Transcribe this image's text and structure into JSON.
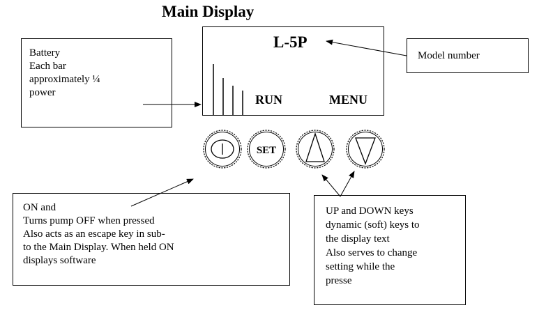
{
  "title": "Main Display",
  "display": {
    "model": "L-5P",
    "run": "RUN",
    "menu": "MENU"
  },
  "buttons": {
    "set": "SET"
  },
  "callouts": {
    "battery": [
      "Battery",
      "Each bar",
      "approximately ¼",
      "power"
    ],
    "model": "Model number",
    "on": [
      "ON and",
      "Turns pump OFF when pressed",
      "Also acts as an escape key in sub-",
      "to the Main Display. When held ON",
      "displays software"
    ],
    "updown": [
      "UP and DOWN keys",
      "dynamic (soft) keys to",
      "the display text",
      "Also serves to change",
      "setting while the",
      "presse"
    ]
  },
  "battery_level_bars": 4
}
